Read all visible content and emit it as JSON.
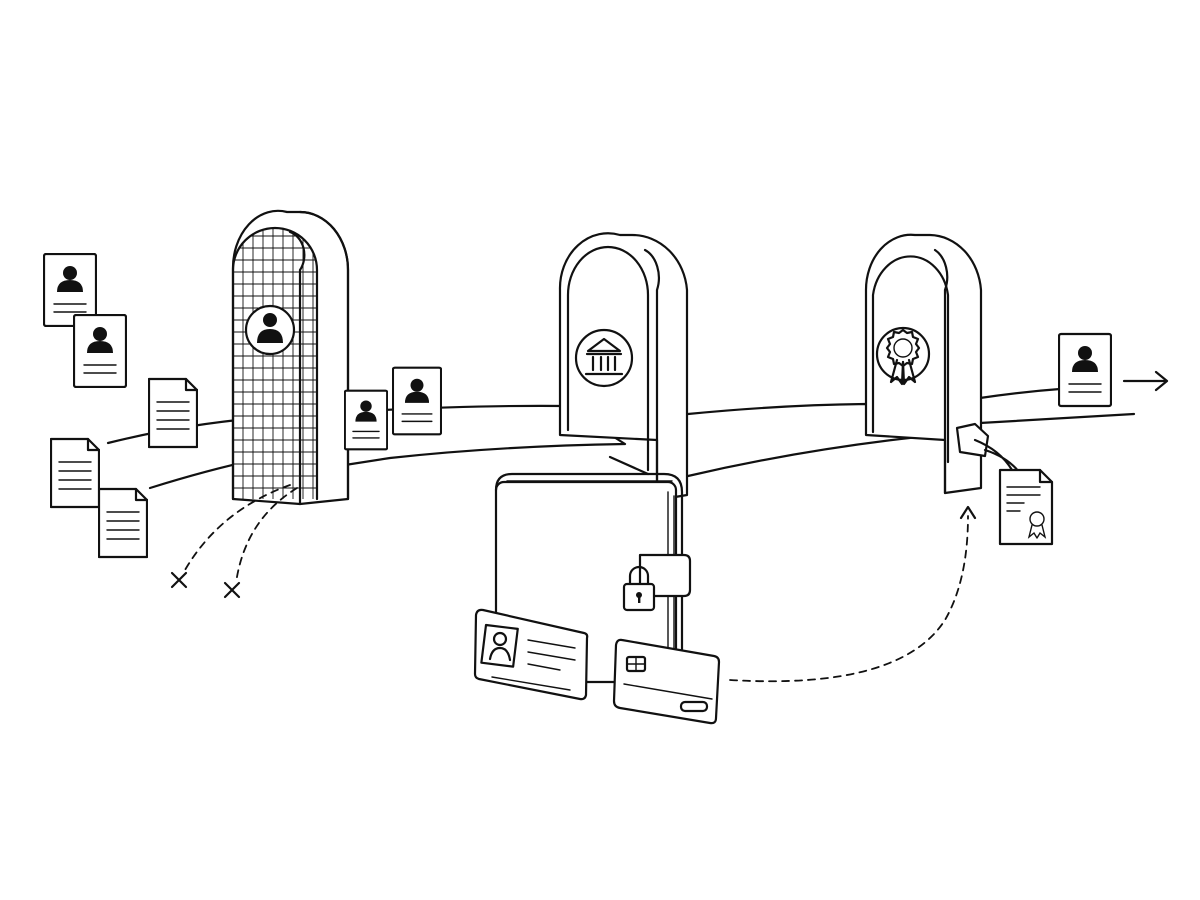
{
  "diagram": {
    "nodes": [
      {
        "id": "gate-identity",
        "icon": "person-icon",
        "style": "grid-mesh"
      },
      {
        "id": "gate-institution",
        "icon": "bank-icon"
      },
      {
        "id": "gate-certification",
        "icon": "award-ribbon-icon"
      },
      {
        "id": "wallet",
        "icon": "wallet-icon",
        "locked": true
      },
      {
        "id": "id-card",
        "icon": "id-card-icon"
      },
      {
        "id": "payment-card",
        "icon": "credit-card-icon"
      },
      {
        "id": "certificate",
        "icon": "certificate-icon"
      }
    ],
    "edges": [
      {
        "from": "documents",
        "to": "gate-identity",
        "style": "solid"
      },
      {
        "from": "gate-identity",
        "to": "rejected",
        "style": "dashed",
        "marker": "x"
      },
      {
        "from": "payment-card",
        "to": "gate-certification",
        "style": "dashed",
        "marker": "arrow"
      },
      {
        "from": "gate-certification",
        "to": "output-profile",
        "style": "solid",
        "marker": "arrow"
      }
    ]
  }
}
